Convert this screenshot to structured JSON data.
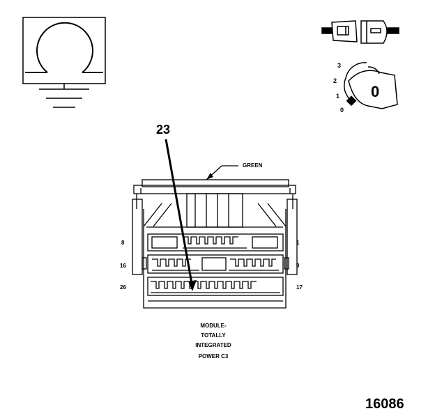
{
  "callout": {
    "number": "23"
  },
  "wire_color": "GREEN",
  "pins": {
    "top_left": "8",
    "top_right": "1",
    "mid_left": "16",
    "mid_right": "9",
    "bot_left": "26",
    "bot_right": "17"
  },
  "caption": [
    "MODULE-",
    "TOTALLY",
    "INTEGRATED",
    "POWER C3"
  ],
  "ignition": {
    "positions": [
      "3",
      "2",
      "1",
      "0"
    ],
    "key_label": "0"
  },
  "figure_number": "16086",
  "icons": [
    "ohmmeter-icon",
    "ground-icon",
    "connector-icon",
    "ignition-key-icon"
  ]
}
